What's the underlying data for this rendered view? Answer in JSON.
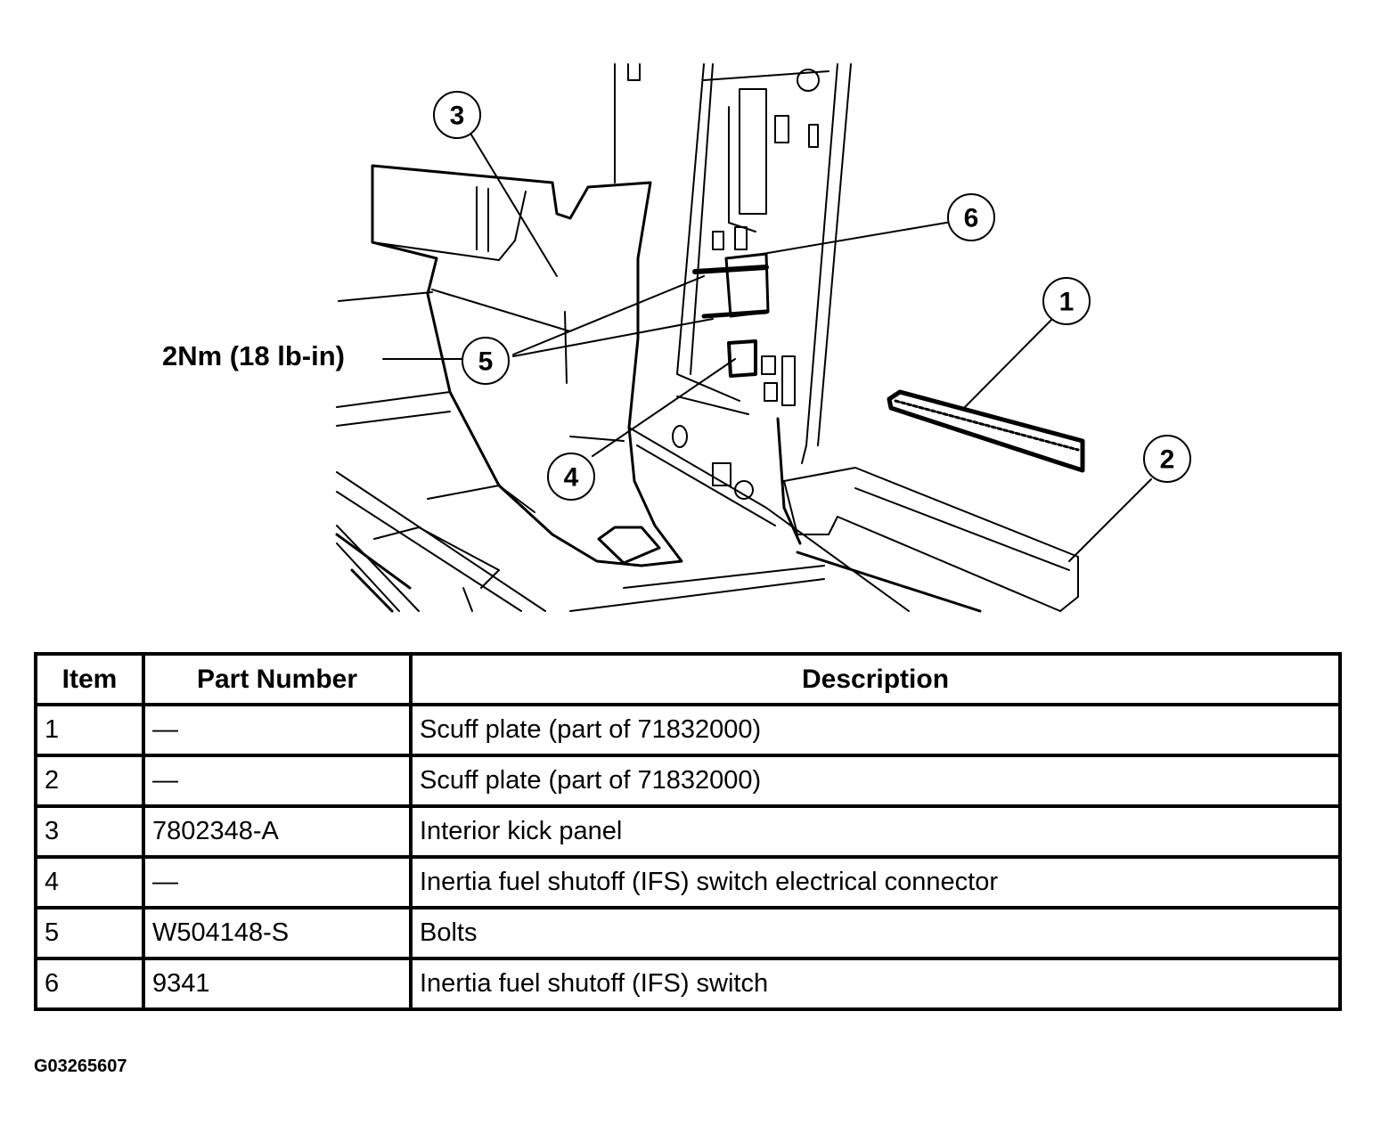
{
  "diagram": {
    "torque_label": "2Nm (18 lb-in)",
    "callouts": [
      "1",
      "2",
      "3",
      "4",
      "5",
      "6"
    ]
  },
  "table": {
    "headers": [
      "Item",
      "Part Number",
      "Description"
    ],
    "rows": [
      {
        "item": "1",
        "part_number": "—",
        "description": "Scuff plate (part of 71832000)"
      },
      {
        "item": "2",
        "part_number": "—",
        "description": "Scuff plate (part of 71832000)"
      },
      {
        "item": "3",
        "part_number": "7802348-A",
        "description": "Interior kick panel"
      },
      {
        "item": "4",
        "part_number": "—",
        "description": "Inertia fuel shutoff (IFS) switch electrical connector"
      },
      {
        "item": "5",
        "part_number": "W504148-S",
        "description": "Bolts"
      },
      {
        "item": "6",
        "part_number": "9341",
        "description": "Inertia fuel shutoff (IFS) switch"
      }
    ]
  },
  "figure_id": "G03265607"
}
